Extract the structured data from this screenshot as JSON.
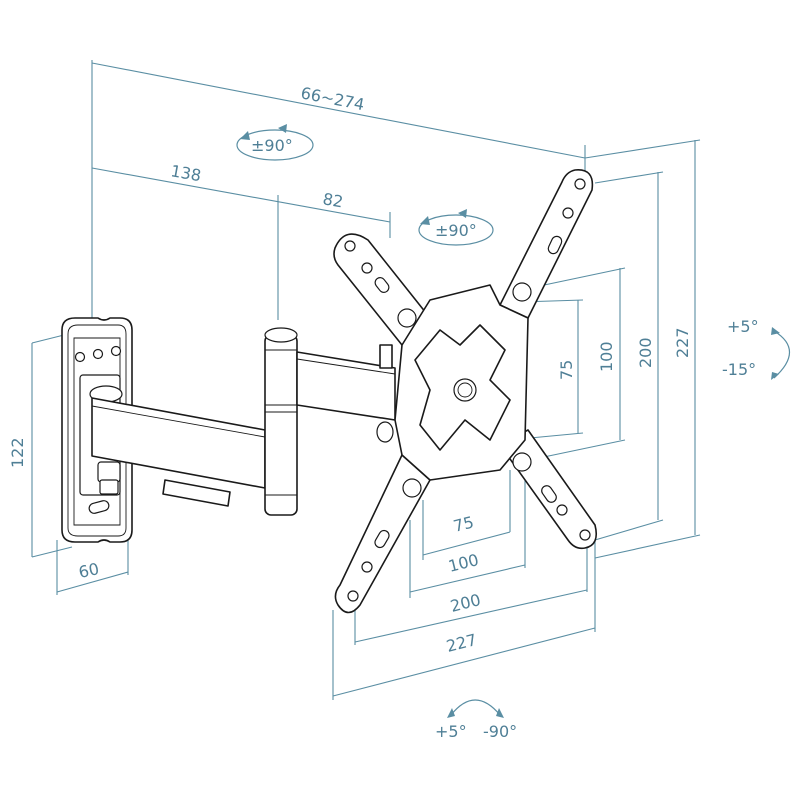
{
  "diagram": {
    "title": "TV wall mount bracket dimension drawing",
    "colors": {
      "dimension": "#5a8ea3",
      "text": "#4f7f96",
      "outline": "#1a1a1a",
      "background": "#ffffff"
    },
    "dimensions": {
      "extension_range": "66~274",
      "arm_length_1": "138",
      "arm_length_2": "82",
      "wall_plate_height": "122",
      "wall_plate_width": "60",
      "vesa_vertical": [
        "75",
        "100",
        "200",
        "227"
      ],
      "vesa_horizontal": [
        "75",
        "100",
        "200",
        "227"
      ]
    },
    "rotations": {
      "swivel_arm": "±90°",
      "swivel_head": "±90°",
      "tilt_up": "+5°",
      "tilt_down": "-15°",
      "rotate_left": "+5°",
      "rotate_right": "-90°"
    }
  }
}
